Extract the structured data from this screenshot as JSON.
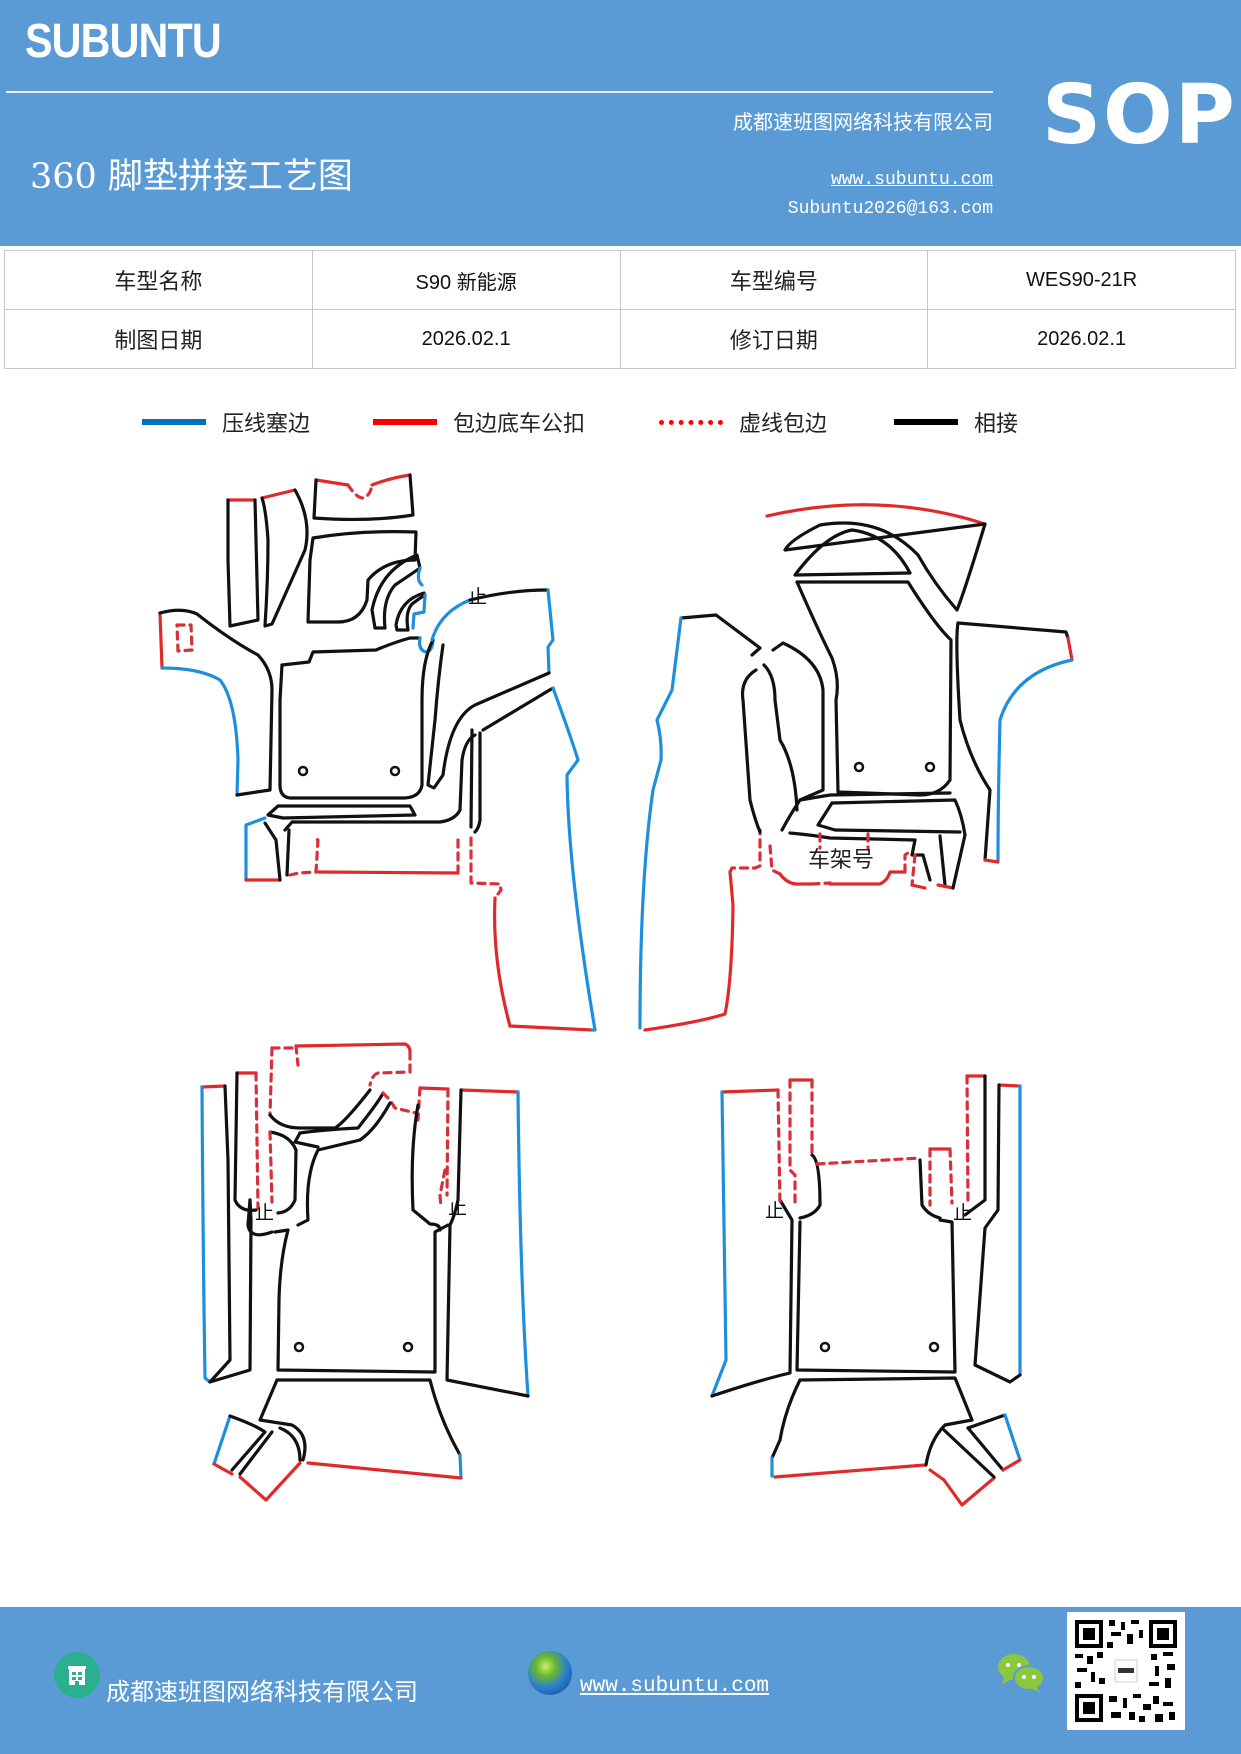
{
  "header": {
    "brand": "SUBUNTU",
    "title": "360 脚垫拼接工艺图",
    "company": "成都速班图网络科技有限公司",
    "website": "www.subuntu.com",
    "email": "Subuntu2026@163.com",
    "badge": "SOP",
    "colors": {
      "background": "#5b9bd5",
      "text": "#ffffff"
    }
  },
  "info_table": {
    "rows": [
      [
        {
          "label": "车型名称",
          "value": "S90 新能源"
        },
        {
          "label": "车型编号",
          "value": "WES90-21R"
        }
      ],
      [
        {
          "label": "制图日期",
          "value": "2026.02.1"
        },
        {
          "label": "修订日期",
          "value": "2026.02.1"
        }
      ]
    ]
  },
  "legend": {
    "items": [
      {
        "label": "压线塞边",
        "style": "solid",
        "color": "#0070c0"
      },
      {
        "label": "包边底车公扣",
        "style": "solid",
        "color": "#ff0000"
      },
      {
        "label": "虚线包边",
        "style": "dotted",
        "color": "#ff0000"
      },
      {
        "label": "相接",
        "style": "solid",
        "color": "#000000"
      }
    ]
  },
  "diagrams": {
    "panels": [
      {
        "position": "top-left",
        "markers": [
          "止"
        ]
      },
      {
        "position": "top-right",
        "markers": [],
        "label": "车架号"
      },
      {
        "position": "bottom-left",
        "markers": [
          "止",
          "止"
        ]
      },
      {
        "position": "bottom-right",
        "markers": [
          "止",
          "止"
        ]
      }
    ],
    "stop_marker": "止",
    "frame_label": "车架号"
  },
  "footer": {
    "company": "成都速班图网络科技有限公司",
    "website": "www.subuntu.com",
    "icons": [
      "building-icon",
      "globe-icon",
      "wechat-icon",
      "qr-code"
    ],
    "colors": {
      "background": "#5b9bd5"
    }
  }
}
